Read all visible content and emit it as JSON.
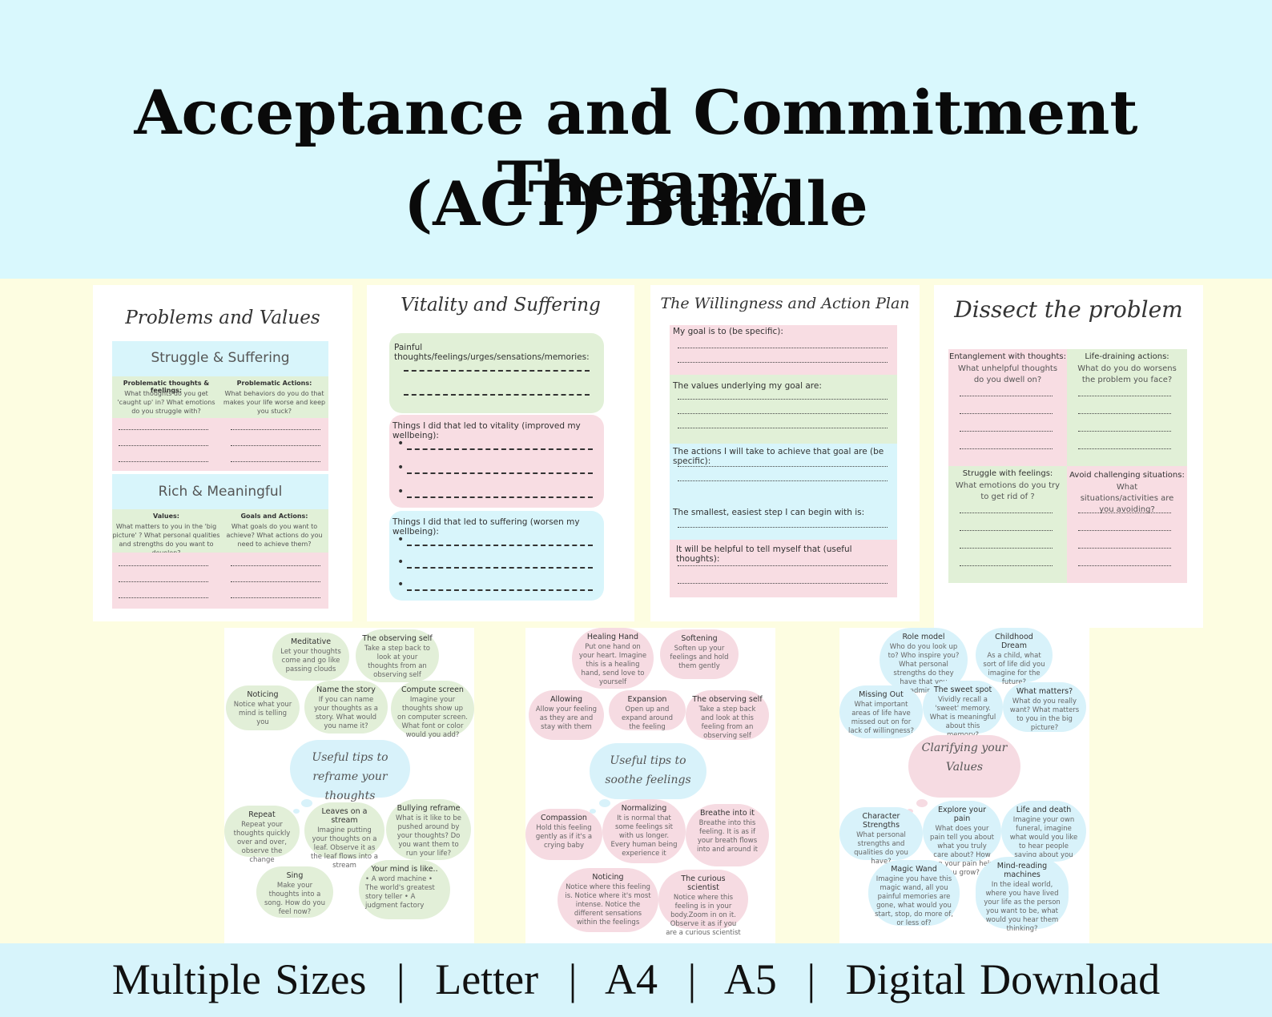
{
  "title": {
    "line1": "Acceptance and Commitment Therapy",
    "line2": "(ACT) Bundle"
  },
  "footer": {
    "size1": "Multiple Sizes",
    "size2": "Letter",
    "size3": "A4",
    "size4": "A5",
    "size5": "Digital Download",
    "separator": "|"
  },
  "page1": {
    "title": "Problems and Values",
    "sec1": "Struggle & Suffering",
    "sec1_left_head": "Problematic thoughts & feelings:",
    "sec1_left_body": "What thoughts do you get 'caught up' in? What emotions do you struggle with?",
    "sec1_right_head": "Problematic Actions:",
    "sec1_right_body": "What behaviors do you do that makes your life worse and keep you stuck?",
    "sec2": "Rich & Meaningful",
    "sec2_left_head": "Values:",
    "sec2_left_body": "What matters to you in the 'big picture' ? What personal qualities and strengths do you want to develop?",
    "sec2_right_head": "Goals and Actions:",
    "sec2_right_body": "What goals do you want to achieve? What actions do you need to achieve them?"
  },
  "page2": {
    "title": "Vitality and Suffering",
    "box1": "Painful thoughts/feelings/urges/sensations/memories:",
    "box2": "Things I did that led to vitality (improved my wellbeing):",
    "box3": "Things I did that led to suffering (worsen my wellbeing):",
    "bullet": "•"
  },
  "page3": {
    "title": "The Willingness and Action Plan",
    "q1": "My goal is to (be specific):",
    "q2": "The values underlying my goal are:",
    "q3": "The actions I will take to achieve that goal are (be specific):",
    "q4": "The smallest, easiest step I can begin with is:",
    "q5": "It will be helpful to tell myself that (useful thoughts):"
  },
  "page4": {
    "title": "Dissect the problem",
    "c1_head": "Entanglement with thoughts:",
    "c1_body": "What unhelpful thoughts do you dwell on?",
    "c2_head": "Life-draining actions:",
    "c2_body": "What do you do worsens the problem you face?",
    "c3_head": "Struggle with feelings:",
    "c3_body": "What emotions do you try to get rid of ?",
    "c4_head": "Avoid challenging situations:",
    "c4_body": "What situations/activities are you avoiding?"
  },
  "page5": {
    "center": "Useful tips to reframe your thoughts",
    "clouds": [
      {
        "h": "Meditative",
        "b": "Let your thoughts come and go like passing clouds"
      },
      {
        "h": "The observing self",
        "b": "Take a step back to look at your thoughts from an observing self"
      },
      {
        "h": "Noticing",
        "b": "Notice what your mind is telling you"
      },
      {
        "h": "Name the story",
        "b": "If you can name your thoughts as a story. What would you name it?"
      },
      {
        "h": "Compute screen",
        "b": "Imagine your thoughts show up on computer screen. What font or color would you add?"
      },
      {
        "h": "Repeat",
        "b": "Repeat your thoughts quickly over and over, observe the change"
      },
      {
        "h": "Leaves on a stream",
        "b": "Imagine putting your thoughts on a leaf. Observe it as the leaf flows into a stream"
      },
      {
        "h": "Bullying reframe",
        "b": "What is it like to be pushed around by your thoughts? Do you want them to run your life?"
      },
      {
        "h": "Sing",
        "b": "Make your thoughts into a song. How do you feel now?"
      },
      {
        "h": "Your mind is like..",
        "b": "• A word machine • The world's greatest story teller • A judgment factory"
      }
    ]
  },
  "page6": {
    "center": "Useful tips to soothe feelings",
    "clouds": [
      {
        "h": "Healing Hand",
        "b": "Put one hand on your heart. Imagine this is a healing hand, send love to yourself"
      },
      {
        "h": "Softening",
        "b": "Soften up your feelings and hold them gently"
      },
      {
        "h": "Allowing",
        "b": "Allow your feeling as they are and stay with them"
      },
      {
        "h": "Expansion",
        "b": "Open up and expand around the feeling"
      },
      {
        "h": "The observing self",
        "b": "Take a step back and look at this feeling from an observing self"
      },
      {
        "h": "Compassion",
        "b": "Hold this feeling gently as if it's a crying baby"
      },
      {
        "h": "Normalizing",
        "b": "It is normal that some feelings sit with us longer. Every human being experience it"
      },
      {
        "h": "Breathe into it",
        "b": "Breathe into this feeling. It is as if your breath flows into and around it"
      },
      {
        "h": "Noticing",
        "b": "Notice where this feeling is. Notice where it's most intense. Notice the different sensations within the feelings"
      },
      {
        "h": "The curious scientist",
        "b": "Notice where this feeling is in your body.Zoom in on it. Observe it as if you are a curious scientist"
      }
    ]
  },
  "page7": {
    "center": "Clarifying your Values",
    "clouds": [
      {
        "h": "Role model",
        "b": "Who do you look up to? Who inspire you?What personal strengths do they have that you admire?"
      },
      {
        "h": "Childhood Dream",
        "b": "As a child, what sort of life did you imagine for the future?"
      },
      {
        "h": "Missing Out",
        "b": "What important areas of life have missed out on for lack of willingness?"
      },
      {
        "h": "The sweet spot",
        "b": "Vividly recall a 'sweet' memory. What is meaningful about this memory?"
      },
      {
        "h": "What matters?",
        "b": "What do you really want? What matters to you in the big picture?"
      },
      {
        "h": "Character Strengths",
        "b": "What personal strengths and qualities do you have?"
      },
      {
        "h": "Explore your pain",
        "b": "What does your pain tell you about what you truly care about? How can your pain help you grow?"
      },
      {
        "h": "Life and death",
        "b": "Imagine your own funeral, imagine what would you like to hear people saying about you"
      },
      {
        "h": "Magic Wand",
        "b": "Imagine you have this magic wand, all you painful memories are gone, what would you start, stop, do more of, or less of?"
      },
      {
        "h": "Mind-reading machines",
        "b": "In the ideal world, where you have lived your life as the person you want to be, what would you hear them thinking?"
      }
    ]
  },
  "colors": {
    "banner": "#d9f8fd",
    "background": "#fdfde1",
    "green": "#e1f0d7",
    "pink": "#f8dde3",
    "blue": "#d8f5fb"
  }
}
